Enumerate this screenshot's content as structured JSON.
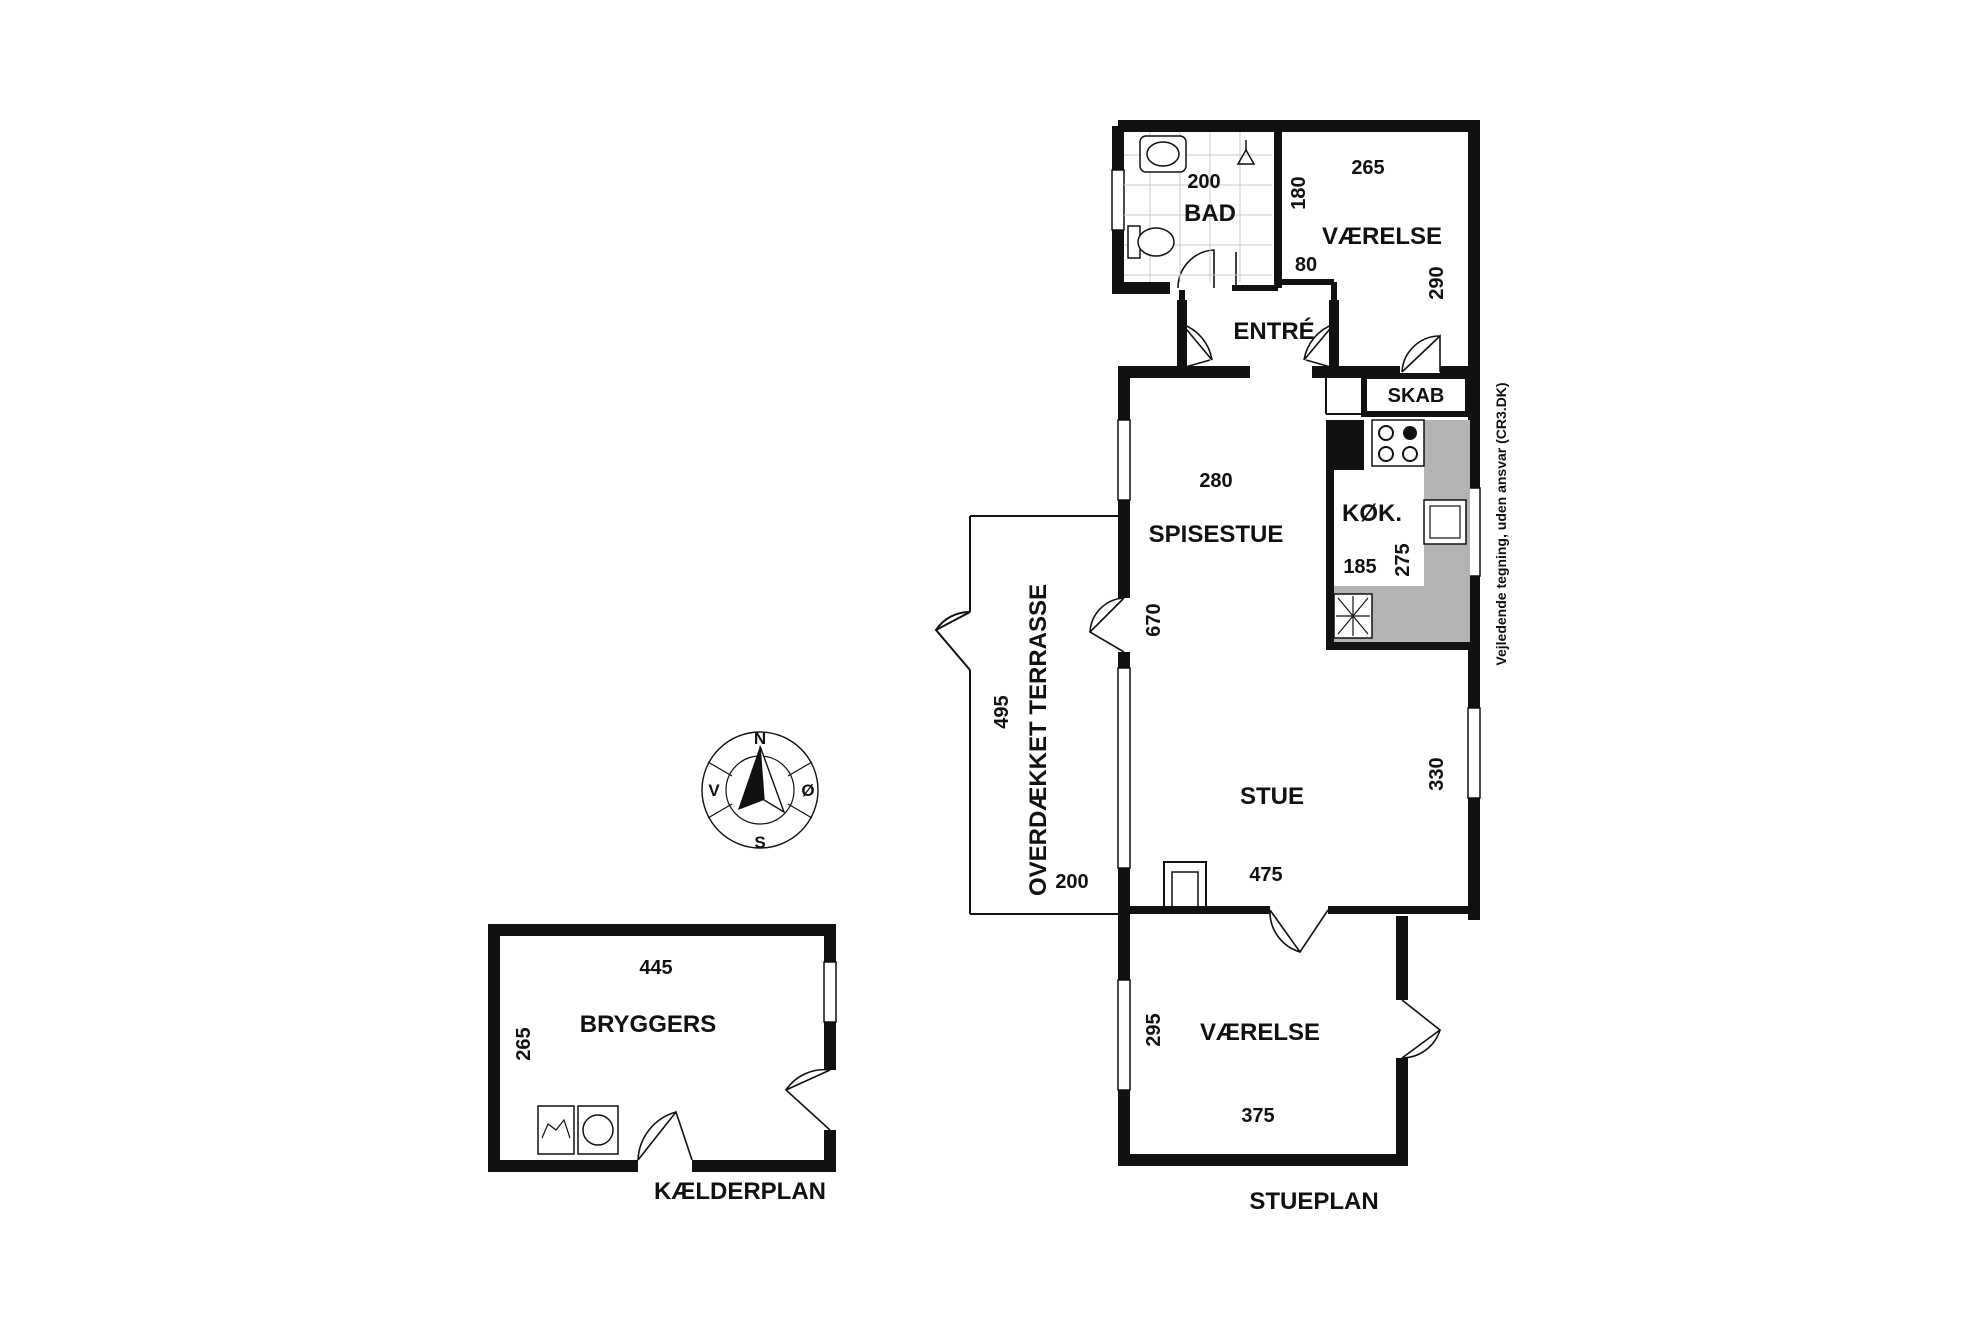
{
  "colors": {
    "wall": "#111111",
    "counter": "#b3b3b3",
    "background": "#ffffff"
  },
  "plans": {
    "stueplan": "STUEPLAN",
    "kaelderplan": "KÆLDERPLAN"
  },
  "rooms": {
    "bad": "BAD",
    "vaerelse_top": "VÆRELSE",
    "entre": "ENTRÉ",
    "skab": "SKAB",
    "kok": "KØK.",
    "spisestue": "SPISESTUE",
    "stue": "STUE",
    "terrasse": "OVERDÆKKET TERRASSE",
    "vaerelse_bottom": "VÆRELSE",
    "bryggers": "BRYGGERS"
  },
  "dimensions": {
    "bad_width": "200",
    "vaerelse_width": "265",
    "vaerelse_side_a": "180",
    "vaerelse_side_b": "80",
    "vaerelse_height": "290",
    "spisestue_width": "280",
    "kok_width": "185",
    "kok_height": "275",
    "living_height": "670",
    "terrasse_length": "495",
    "terrasse_width": "200",
    "stue_height": "330",
    "stue_width": "475",
    "vaerelse2_height": "295",
    "vaerelse2_width": "375",
    "bryggers_width": "445",
    "bryggers_height": "265"
  },
  "compass": {
    "n": "N",
    "s": "S",
    "e": "Ø",
    "w": "V"
  },
  "disclaimer": "Vejledende tegning, uden ansvar (CR3.DK)"
}
